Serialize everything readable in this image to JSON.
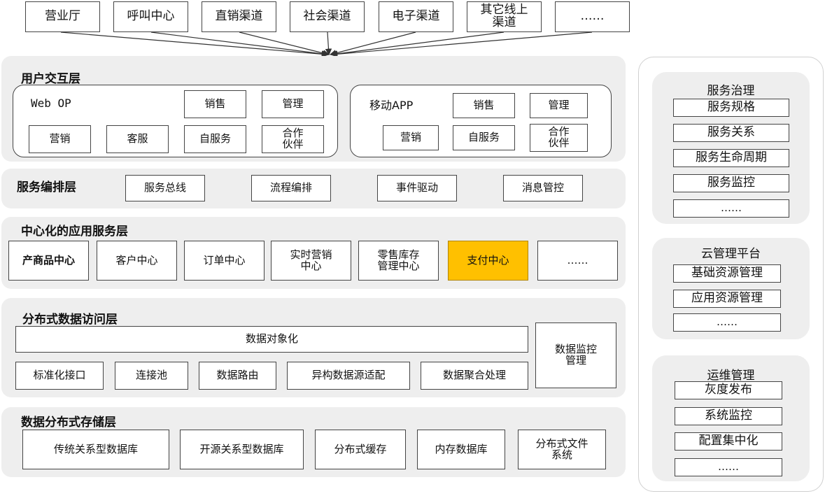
{
  "channels": [
    "营业厅",
    "呼叫中心",
    "直销渠道",
    "社会渠道",
    "电子渠道",
    "其它线上\n渠道",
    "……"
  ],
  "user_layer": {
    "title": "用户交互层",
    "web": {
      "label": "Web OP",
      "items": [
        "销售",
        "管理",
        "营销",
        "客服",
        "自服务",
        "合作\n伙伴"
      ]
    },
    "mobile": {
      "label": "移动APP",
      "items": [
        "销售",
        "管理",
        "营销",
        "自服务",
        "合作\n伙伴"
      ]
    }
  },
  "orchestration": {
    "title": "服务编排层",
    "items": [
      "服务总线",
      "流程编排",
      "事件驱动",
      "消息管控"
    ]
  },
  "app_services": {
    "title": "中心化的应用服务层",
    "items": [
      "产商品中心",
      "客户中心",
      "订单中心",
      "实时营销\n中心",
      "零售库存\n管理中心",
      "支付中心",
      "……"
    ]
  },
  "data_access": {
    "title": "分布式数据访问层",
    "objectify": "数据对象化",
    "items": [
      "标准化接口",
      "连接池",
      "数据路由",
      "异构数据源适配",
      "数据聚合处理"
    ],
    "monitor": "数据监控\n管理"
  },
  "storage": {
    "title": "数据分布式存储层",
    "items": [
      "传统关系型数据库",
      "开源关系型数据库",
      "分布式缓存",
      "内存数据库",
      "分布式文件\n系统"
    ]
  },
  "governance": {
    "title": "服务治理",
    "items": [
      "服务规格",
      "服务关系",
      "服务生命周期",
      "服务监控",
      "……"
    ]
  },
  "cloud": {
    "title": "云管理平台",
    "items": [
      "基础资源管理",
      "应用资源管理",
      "……"
    ]
  },
  "ops": {
    "title": "运维管理",
    "items": [
      "灰度发布",
      "系统监控",
      "配置集中化",
      "……"
    ]
  },
  "colors": {
    "highlight": "#ffc000",
    "layer_bg": "#eeeeee"
  }
}
